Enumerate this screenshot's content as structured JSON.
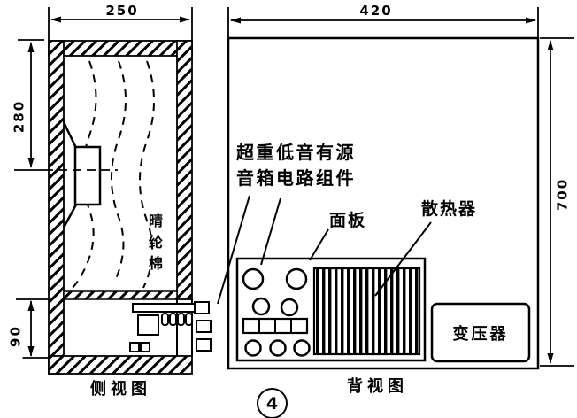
{
  "figure": {
    "number": "4"
  },
  "side_view": {
    "caption": "侧视图",
    "width_label": "250",
    "upper_height_label": "280",
    "lower_height_label": "90",
    "damping_material_label": "晴纶棉"
  },
  "back_view": {
    "caption": "背视图",
    "width_label": "420",
    "height_label": "700",
    "module_label_line1": "超重低音有源",
    "module_label_line2": "音箱电路组件",
    "panel_label": "面板",
    "heatsink_label": "散热器",
    "transformer_label": "变压器"
  }
}
